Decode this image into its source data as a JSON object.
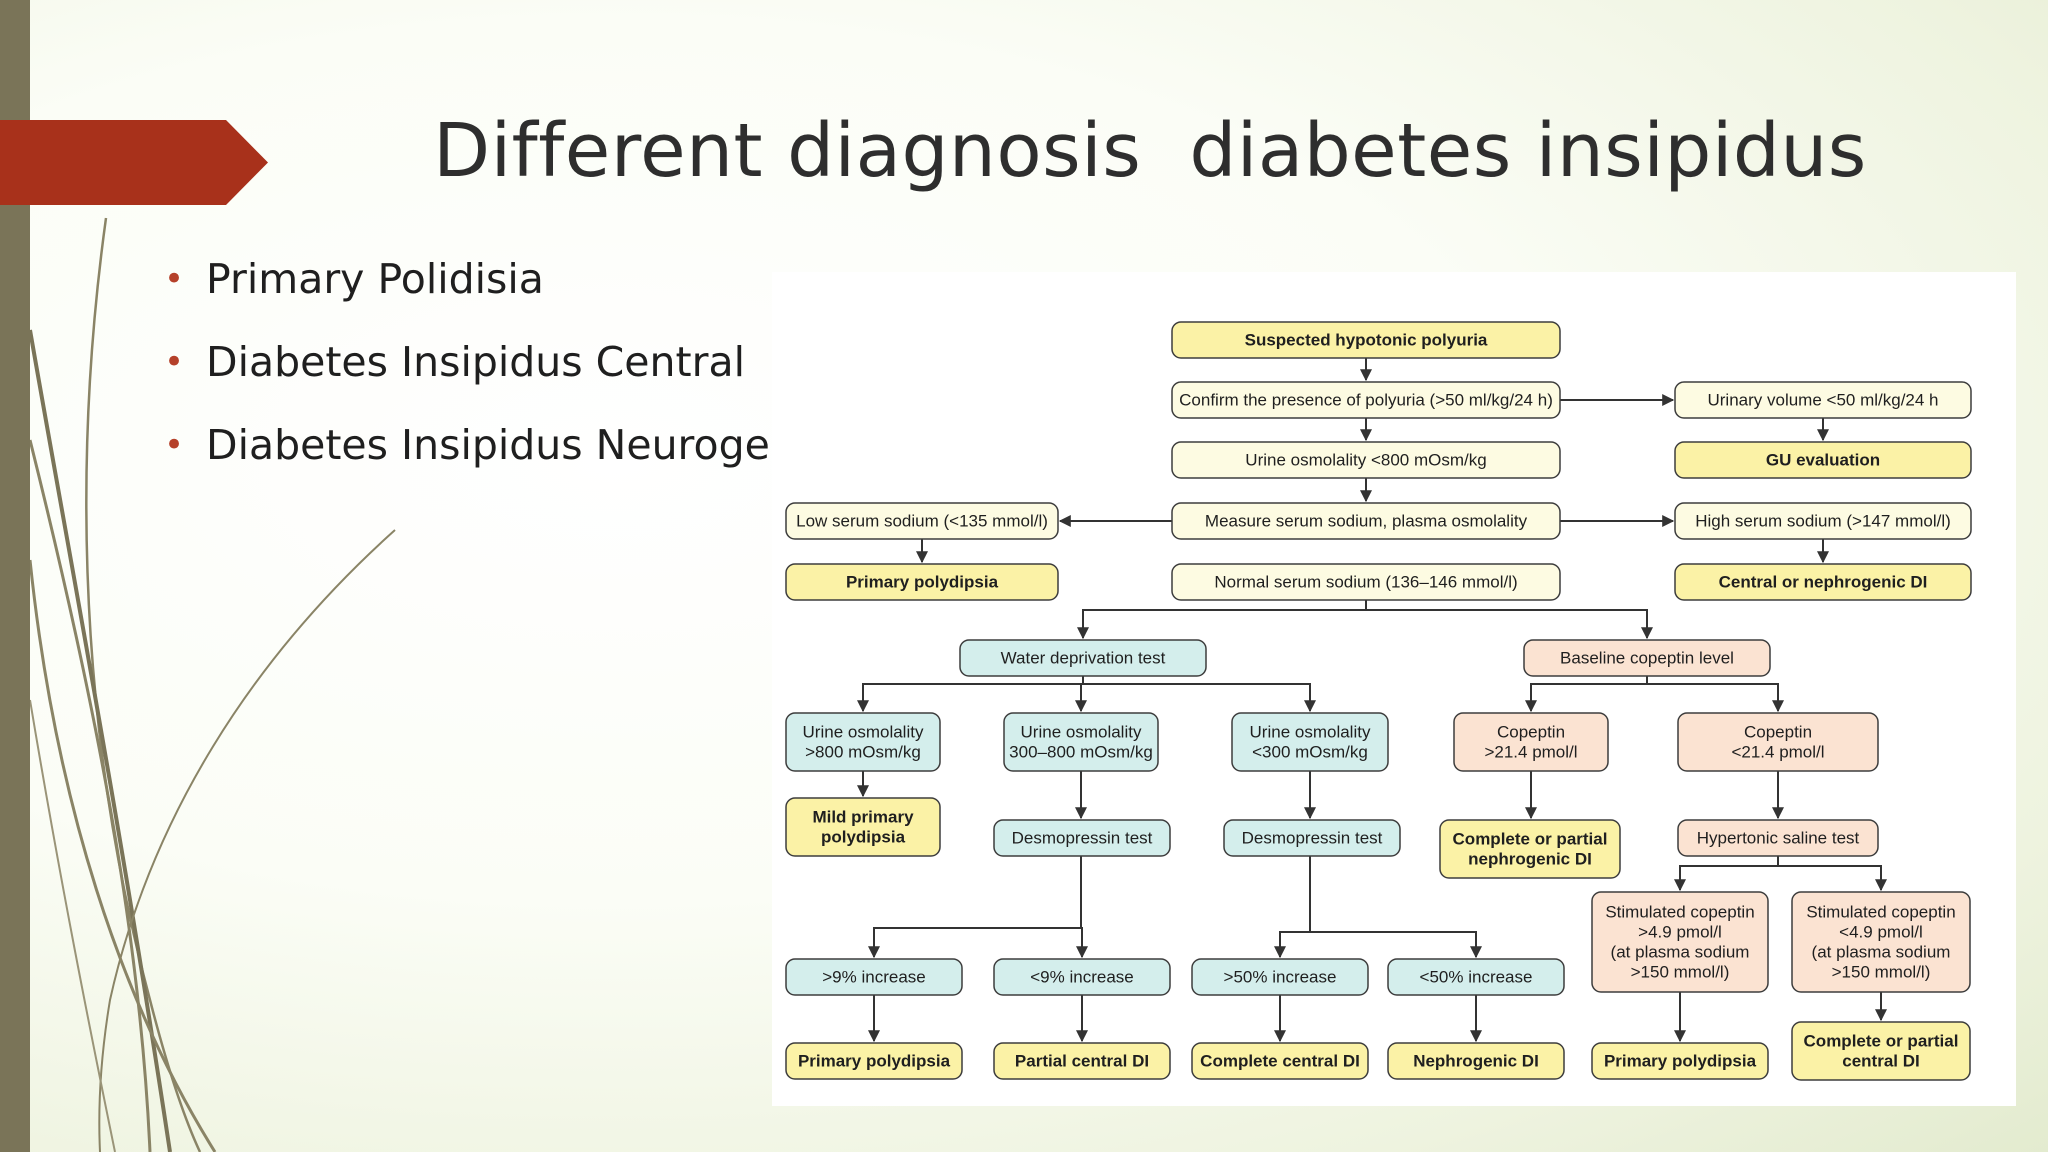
{
  "slide": {
    "title": "Different diagnosis  diabetes insipidus",
    "bullets": [
      "Primary Polidisia",
      "Diabetes Insipidus Central",
      "Diabetes Insipidus Neurogenik"
    ],
    "colors": {
      "accent": "#a8311b",
      "bar": "#7a7458",
      "bullet": "#b5412a"
    }
  },
  "flowchart": {
    "colors": {
      "yellow": "#fbf2a6",
      "cream": "#fdfbe2",
      "teal": "#d4eeec",
      "peach": "#fbe3d2"
    },
    "nodes": {
      "suspected": [
        "Suspected hypotonic polyuria"
      ],
      "confirm": [
        "Confirm the presence of polyuria (>50 ml/kg/24 h)"
      ],
      "urinary_volume": [
        "Urinary volume <50 ml/kg/24 h"
      ],
      "urine_osm": [
        "Urine osmolality <800 mOsm/kg"
      ],
      "gu_eval": [
        "GU evaluation"
      ],
      "low_na": [
        "Low serum sodium (<135 mmol/l)"
      ],
      "measure": [
        "Measure serum sodium, plasma osmolality"
      ],
      "high_na": [
        "High serum sodium (>147 mmol/l)"
      ],
      "pp1": [
        "Primary polydipsia"
      ],
      "normal_na": [
        "Normal serum sodium (136–146 mmol/l)"
      ],
      "central_neph": [
        "Central or nephrogenic DI"
      ],
      "wdt": [
        "Water deprivation test"
      ],
      "baseline": [
        "Baseline copeptin level"
      ],
      "uo800": [
        "Urine osmolality",
        ">800 mOsm/kg"
      ],
      "uo300800": [
        "Urine osmolality",
        "300–800 mOsm/kg"
      ],
      "uo300": [
        "Urine osmolality",
        "<300 mOsm/kg"
      ],
      "cop_high": [
        "Copeptin",
        ">21.4 pmol/l"
      ],
      "cop_low": [
        "Copeptin",
        "<21.4 pmol/l"
      ],
      "mild_pp": [
        "Mild primary",
        "polydipsia"
      ],
      "desmo1": [
        "Desmopressin test"
      ],
      "desmo2": [
        "Desmopressin test"
      ],
      "cp_neph": [
        "Complete or partial",
        "nephrogenic DI"
      ],
      "hypertonic": [
        "Hypertonic saline test"
      ],
      "stim_high": [
        "Stimulated copeptin",
        ">4.9 pmol/l",
        "(at plasma sodium",
        ">150 mmol/l)"
      ],
      "stim_low": [
        "Stimulated copeptin",
        "<4.9 pmol/l",
        "(at plasma sodium",
        ">150 mmol/l)"
      ],
      "inc9": [
        ">9% increase"
      ],
      "dec9": [
        "<9% increase"
      ],
      "inc50": [
        ">50% increase"
      ],
      "dec50": [
        "<50% increase"
      ],
      "pp2": [
        "Primary polydipsia"
      ],
      "partial_central": [
        "Partial central DI"
      ],
      "complete_central": [
        "Complete central DI"
      ],
      "nephrogenic": [
        "Nephrogenic DI"
      ],
      "pp3": [
        "Primary polydipsia"
      ],
      "cp_central": [
        "Complete or partial",
        "central DI"
      ]
    }
  }
}
